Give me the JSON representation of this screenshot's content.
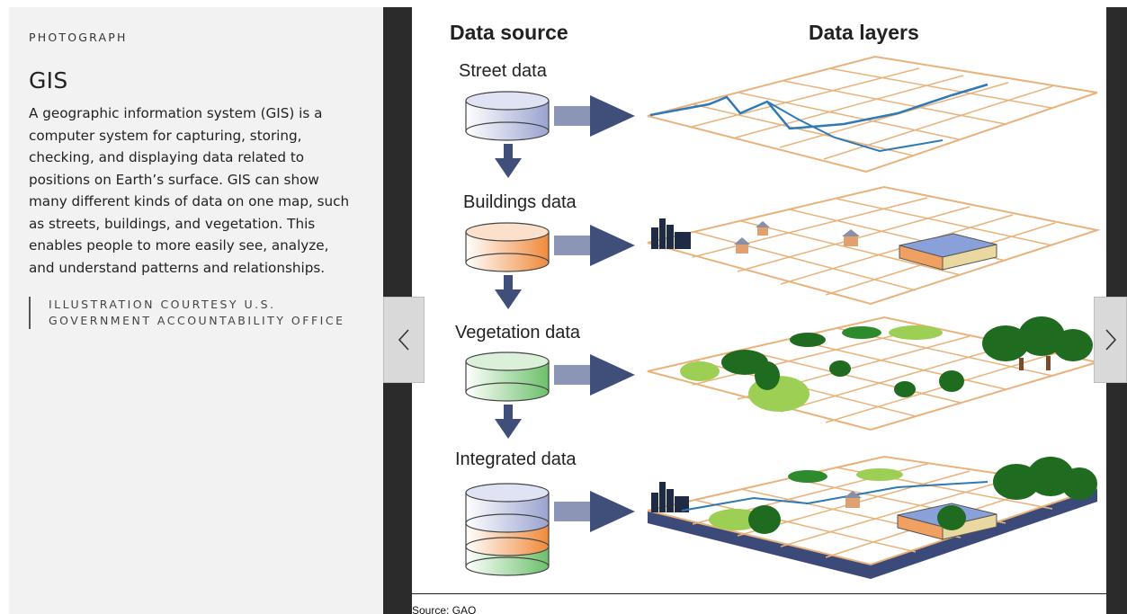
{
  "caption": {
    "kicker": "PHOTOGRAPH",
    "title": "GIS",
    "description": "A geographic information system (GIS) is a computer system for capturing, storing, checking, and displaying data related to positions on Earth’s surface. GIS can show many different kinds of data on one map, such as streets, buildings, and vegetation. This enables people to more easily see, analyze, and understand patterns and relationships.",
    "credit": "ILLUSTRATION COURTESY U.S. GOVERNMENT ACCOUNTABILITY OFFICE"
  },
  "figure": {
    "heading_source": "Data source",
    "heading_layers": "Data layers",
    "layers": [
      {
        "label": "Street data",
        "color": "#b7bfe0"
      },
      {
        "label": "Buildings data",
        "color": "#f5a463"
      },
      {
        "label": "Vegetation data",
        "color": "#8fd08a"
      },
      {
        "label": "Integrated data",
        "color": "#b7bfe0"
      }
    ],
    "source_note": "Source: GAO"
  },
  "navigation": {
    "prev_icon": "chevron-left-icon",
    "next_icon": "chevron-right-icon"
  },
  "colors": {
    "grid": "#e8b27a",
    "arrow": "#3f4f7a",
    "street": "#2f79b5",
    "tree_dark": "#1f6b1f",
    "tree_light": "#9ccf54",
    "panel_bg": "#f2f2f2",
    "viewer_bg": "#2b2b2b"
  }
}
